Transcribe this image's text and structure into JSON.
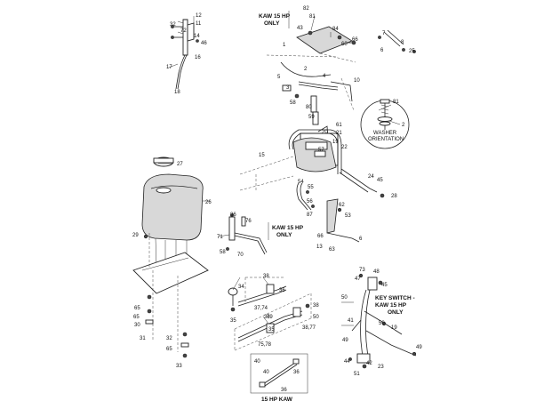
{
  "notes": {
    "kaw15_top_a": "KAW 15 HP",
    "kaw15_top_b": "ONLY",
    "kaw15_mid_a": "KAW 15 HP",
    "kaw15_mid_b": "ONLY",
    "key_switch_a": "KEY SWITCH -",
    "key_switch_b": "KAW 15 HP",
    "key_switch_c": "ONLY",
    "washer_a": "WASHER",
    "washer_b": "ORIENTATION",
    "inset_title": "15 HP KAW"
  },
  "callouts": [
    "12",
    "11",
    "32",
    "72",
    "14",
    "46",
    "16",
    "17",
    "18",
    "82",
    "81",
    "84",
    "43",
    "60",
    "66",
    "1",
    "2",
    "4",
    "3",
    "5",
    "10",
    "58",
    "80",
    "59",
    "61",
    "20",
    "21",
    "19",
    "22",
    "57",
    "7",
    "8",
    "6",
    "25",
    "81",
    "2",
    "27",
    "26",
    "15",
    "54",
    "55",
    "56",
    "87",
    "24",
    "45",
    "28",
    "62",
    "53",
    "66",
    "13",
    "63",
    "6",
    "29",
    "65",
    "65",
    "30",
    "31",
    "32",
    "65",
    "33",
    "86",
    "76",
    "71",
    "58",
    "70",
    "34",
    "35",
    "38",
    "36",
    "37,74",
    "36",
    "79",
    "35",
    "75,78",
    "38",
    "38,77",
    "50",
    "40",
    "36",
    "73",
    "48",
    "47",
    "45",
    "50",
    "41",
    "50",
    "19",
    "49",
    "49",
    "44",
    "42",
    "23",
    "51",
    "40",
    "36"
  ]
}
